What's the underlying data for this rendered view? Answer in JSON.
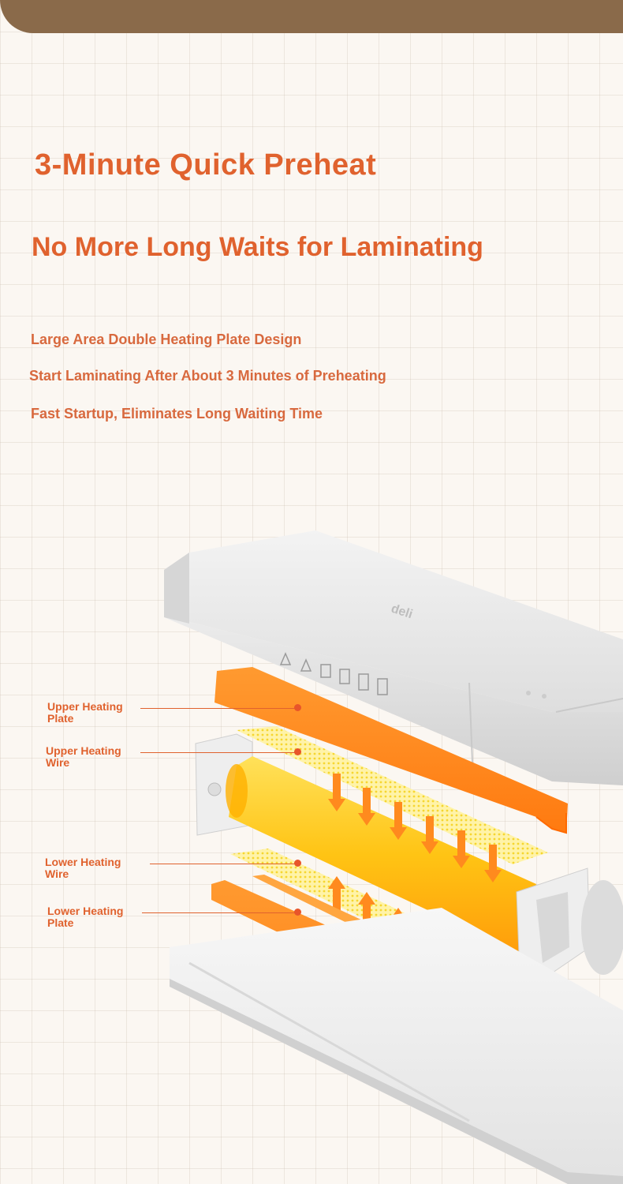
{
  "header": {
    "headline": "3-Minute Quick Preheat",
    "subheadline": "No More Long Waits for Laminating"
  },
  "features": [
    "Large Area Double Heating Plate Design",
    "Start Laminating After About 3 Minutes of Preheating",
    "Fast Startup, Eliminates Long Waiting Time"
  ],
  "product": {
    "brand": "deli"
  },
  "callouts": [
    "Upper Heating\n Plate",
    "Upper Heating\n Wire",
    "Lower Heating\n Wire",
    "Lower Heating\n Plate"
  ],
  "colors": {
    "accent": "#e0622e",
    "band": "#8a6a4a",
    "heating_plate": "#ff8a1e",
    "roller": "#ffc21a"
  }
}
